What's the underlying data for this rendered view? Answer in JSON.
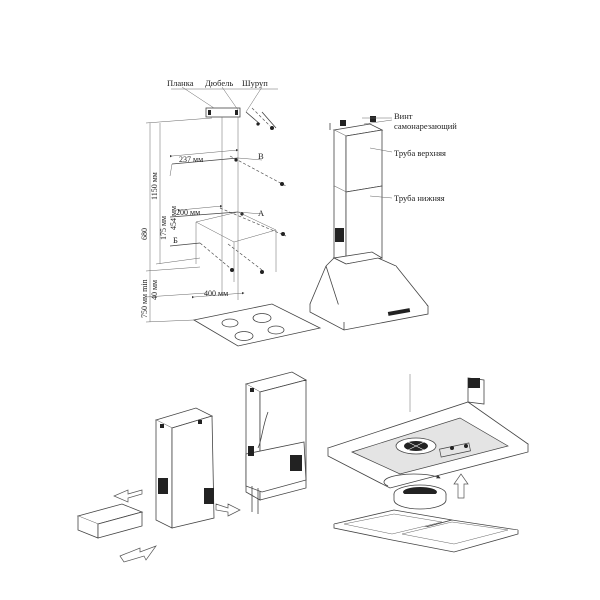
{
  "parts": {
    "plate": "Планка",
    "dowel": "Дюбель",
    "screw": "Шуруп",
    "self_tapping_screw_line1": "Винт",
    "self_tapping_screw_line2": "самонарезающий",
    "upper_pipe": "Труба верхняя",
    "lower_pipe": "Труба нижняя"
  },
  "points": {
    "b_upper": "В",
    "a": "А",
    "b_lower": "Б"
  },
  "dimensions": {
    "width_237": "237 мм",
    "width_200": "200 мм",
    "width_400": "400 мм",
    "height_680": "680",
    "height_1150": "1150 мм",
    "height_175": "175 мм",
    "height_454": "454 мм",
    "height_750_min": "750 мм min",
    "height_40": "40 мм"
  }
}
